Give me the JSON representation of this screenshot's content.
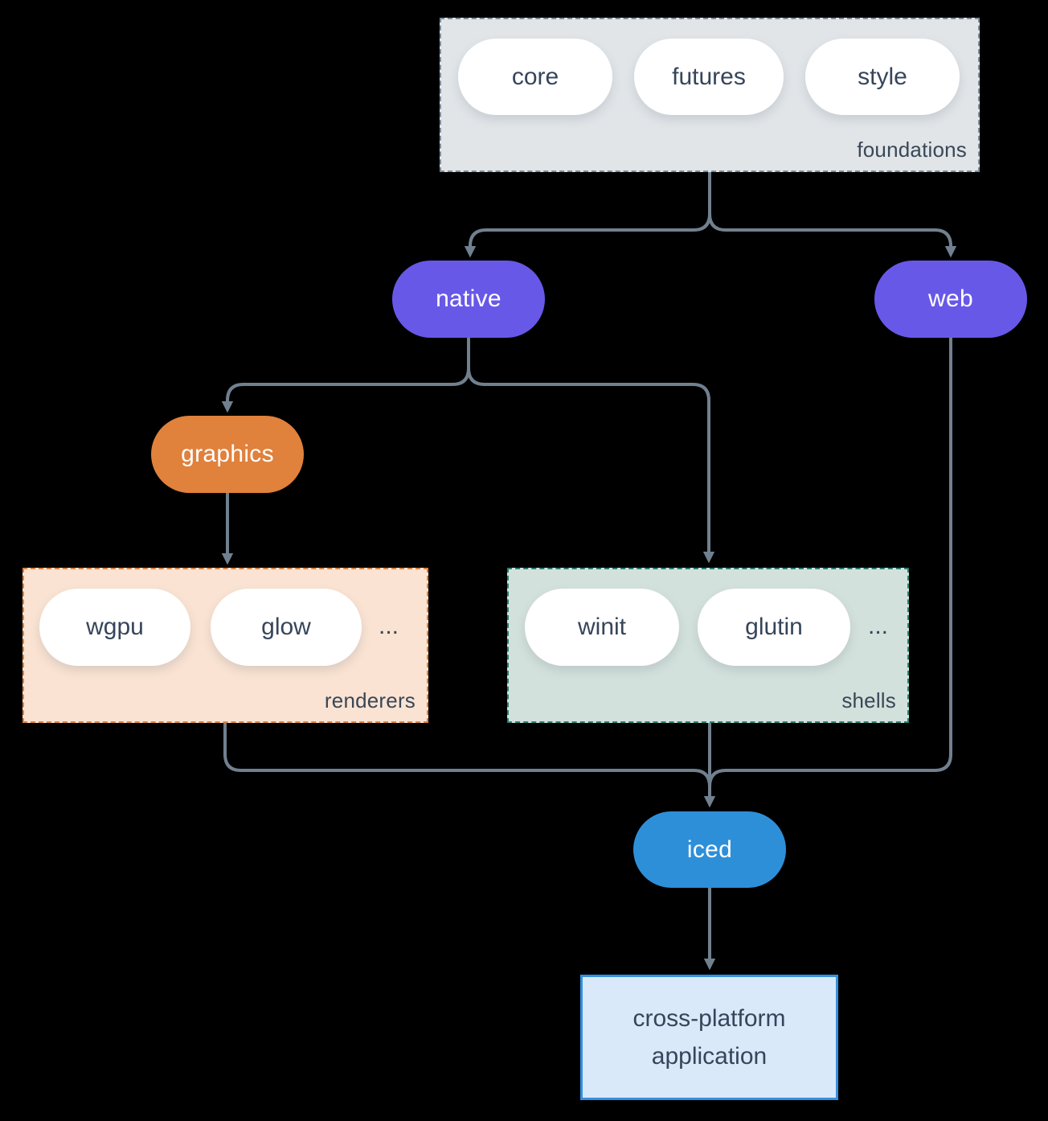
{
  "diagram": {
    "foundations": {
      "label": "foundations",
      "pills": [
        "core",
        "futures",
        "style"
      ]
    },
    "native": {
      "label": "native"
    },
    "web": {
      "label": "web"
    },
    "graphics": {
      "label": "graphics"
    },
    "renderers": {
      "label": "renderers",
      "pills": [
        "wgpu",
        "glow"
      ],
      "ellipsis": "..."
    },
    "shells": {
      "label": "shells",
      "pills": [
        "winit",
        "glutin"
      ],
      "ellipsis": "..."
    },
    "iced": {
      "label": "iced"
    },
    "application": {
      "label": "cross-platform application"
    }
  },
  "colors": {
    "background": "#000000",
    "edge": "#71808f",
    "node_purple": "#6858e8",
    "node_orange": "#e0813c",
    "node_blue": "#2e8fd9",
    "foundations_fill": "#e1e5e8",
    "foundations_border": "#7d8c9b",
    "renderers_fill": "#fae3d2",
    "renderers_border": "#e0823e",
    "shells_fill": "#d3e1dc",
    "shells_border": "#2a7f72",
    "application_fill": "#d9e9fa",
    "application_border": "#3390e0",
    "text_dark": "#36455a",
    "text_light": "#ffffff"
  }
}
